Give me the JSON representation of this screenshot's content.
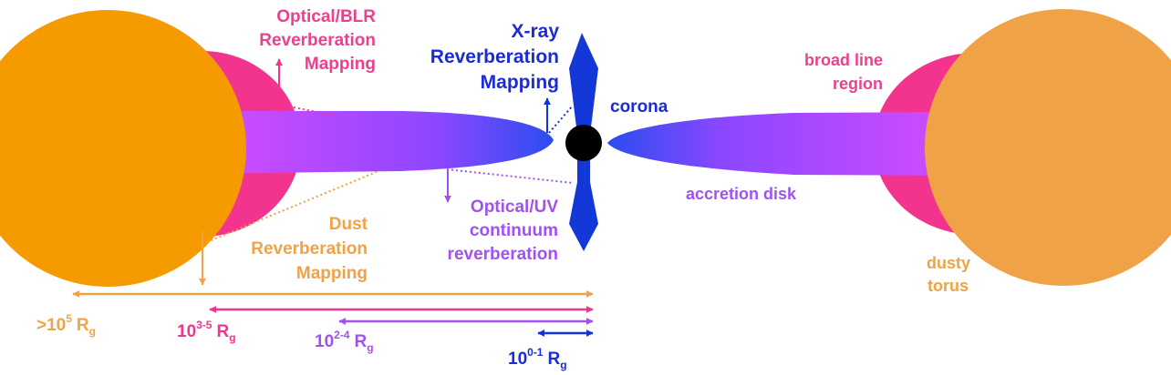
{
  "colors": {
    "dust": "#f0a246",
    "dust_dark": "#f59b00",
    "blr": "#f2348f",
    "blr_text": "#e8428e",
    "disk_magenta": "#f64bff",
    "disk_violet": "#9247ff",
    "disk_blue": "#2a4df0",
    "optuv": "#a052f0",
    "xray": "#1438d8",
    "xray_text": "#1b2bd6",
    "xray_arrow": "#0f33d6",
    "corona": "#000000"
  },
  "labels": {
    "optical_blr": [
      "Optical/BLR",
      "Reverberation",
      "Mapping"
    ],
    "xray": [
      "X-ray",
      "Reverberation",
      "Mapping"
    ],
    "corona": "corona",
    "broad_line_region": [
      "broad line",
      "region"
    ],
    "accretion_disk": "accretion disk",
    "optical_uv": [
      "Optical/UV",
      "continuum",
      "reverberation"
    ],
    "dust": [
      "Dust",
      "Reverberation",
      "Mapping"
    ],
    "dusty_torus": [
      "dusty",
      "torus"
    ]
  },
  "scales": {
    "dust": {
      "base": ">10",
      "exp": "5",
      "unit": "R",
      "sub": "g"
    },
    "blr": {
      "base": "10",
      "exp": "3-5",
      "unit": "R",
      "sub": "g"
    },
    "optuv": {
      "base": "10",
      "exp": "2-4",
      "unit": "R",
      "sub": "g"
    },
    "xray": {
      "base": "10",
      "exp": "0-1",
      "unit": "R",
      "sub": "g"
    }
  }
}
